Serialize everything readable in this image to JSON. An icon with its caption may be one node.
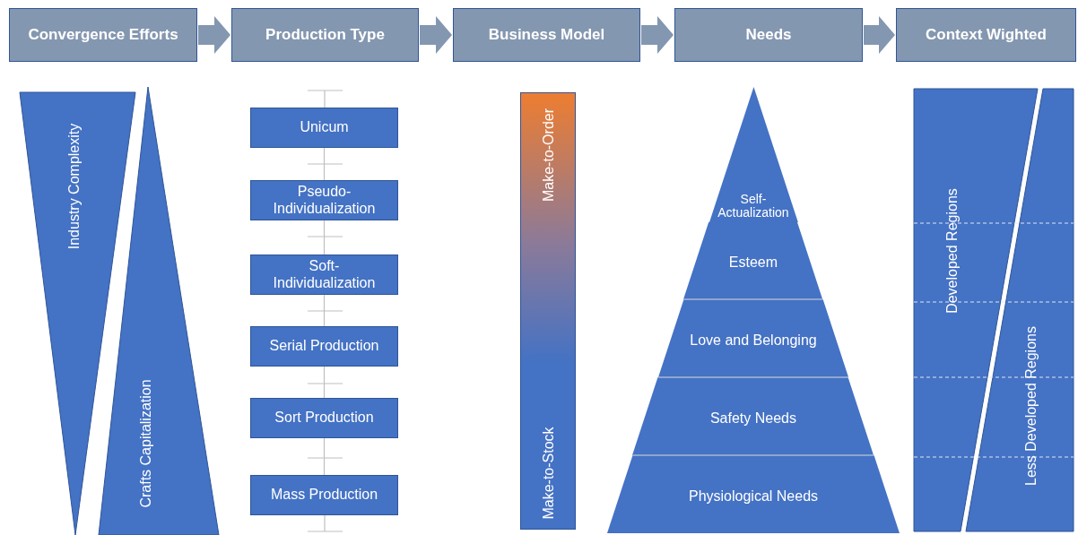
{
  "diagram": {
    "nodes": [
      {
        "text": [
          "Convergence Efforts"
        ]
      },
      {
        "text": [
          "Production Type"
        ]
      },
      {
        "text": [
          "Business Model"
        ]
      },
      {
        "text": [
          "Needs"
        ]
      },
      {
        "text": [
          "Context Wighted"
        ]
      },
      {
        "text": [
          "Industry Complexity"
        ]
      },
      {
        "text": [
          "Crafts Capitalization"
        ]
      },
      {
        "text": [
          "Unicum"
        ]
      },
      {
        "text": [
          "Pseudo- Individualization"
        ]
      },
      {
        "text": [
          "Soft- Individualization"
        ]
      },
      {
        "text": [
          "Serial Production"
        ]
      },
      {
        "text": [
          "Sort Production"
        ]
      },
      {
        "text": [
          "Mass Production"
        ]
      },
      {
        "text": [
          "Make-to-Order",
          "Make-to-Stock"
        ]
      },
      {
        "text": [
          "Self- Actualization"
        ]
      },
      {
        "text": [
          "Esteem"
        ]
      },
      {
        "text": [
          "Love and Belonging"
        ]
      },
      {
        "text": [
          "Safety Needs"
        ]
      },
      {
        "text": [
          "Physiological Needs"
        ]
      },
      {
        "text": [
          "Developed Regions"
        ]
      },
      {
        "text": [
          "Less Developed Regions"
        ]
      }
    ],
    "edges": [
      {
        "from": 0,
        "to": 1,
        "arrow": "to",
        "style": "thick",
        "color": "#8497b0"
      },
      {
        "from": 1,
        "to": 2,
        "arrow": "to",
        "style": "thick",
        "color": "#8497b0"
      },
      {
        "from": 2,
        "to": 3,
        "arrow": "to",
        "style": "thick",
        "color": "#8497b0"
      },
      {
        "from": 3,
        "to": 4,
        "arrow": "to",
        "style": "thick",
        "color": "#8497b0"
      },
      {
        "from": 7,
        "to": 8,
        "arrow": "none"
      },
      {
        "from": 8,
        "to": 9,
        "arrow": "none"
      },
      {
        "from": 9,
        "to": 10,
        "arrow": "none"
      },
      {
        "from": 10,
        "to": 11,
        "arrow": "none"
      },
      {
        "from": 11,
        "to": 12,
        "arrow": "none"
      }
    ]
  }
}
